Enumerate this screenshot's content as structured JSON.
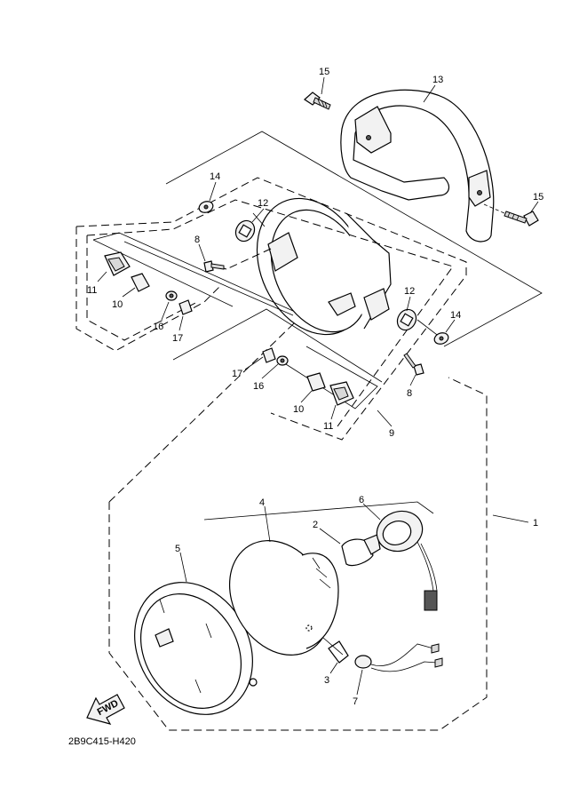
{
  "diagram_code": "2B9C415-H420",
  "fwd_label": "FWD",
  "callouts": {
    "c1": "1",
    "c2": "2",
    "c3": "3",
    "c4": "4",
    "c5": "5",
    "c6": "6",
    "c7": "7",
    "c8a": "8",
    "c8b": "8",
    "c9": "9",
    "c10a": "10",
    "c10b": "10",
    "c11a": "11",
    "c11b": "11",
    "c12a": "12",
    "c12b": "12",
    "c13": "13",
    "c14a": "14",
    "c14b": "14",
    "c15a": "15",
    "c15b": "15",
    "c16a": "16",
    "c16b": "16",
    "c17a": "17",
    "c17b": "17"
  }
}
